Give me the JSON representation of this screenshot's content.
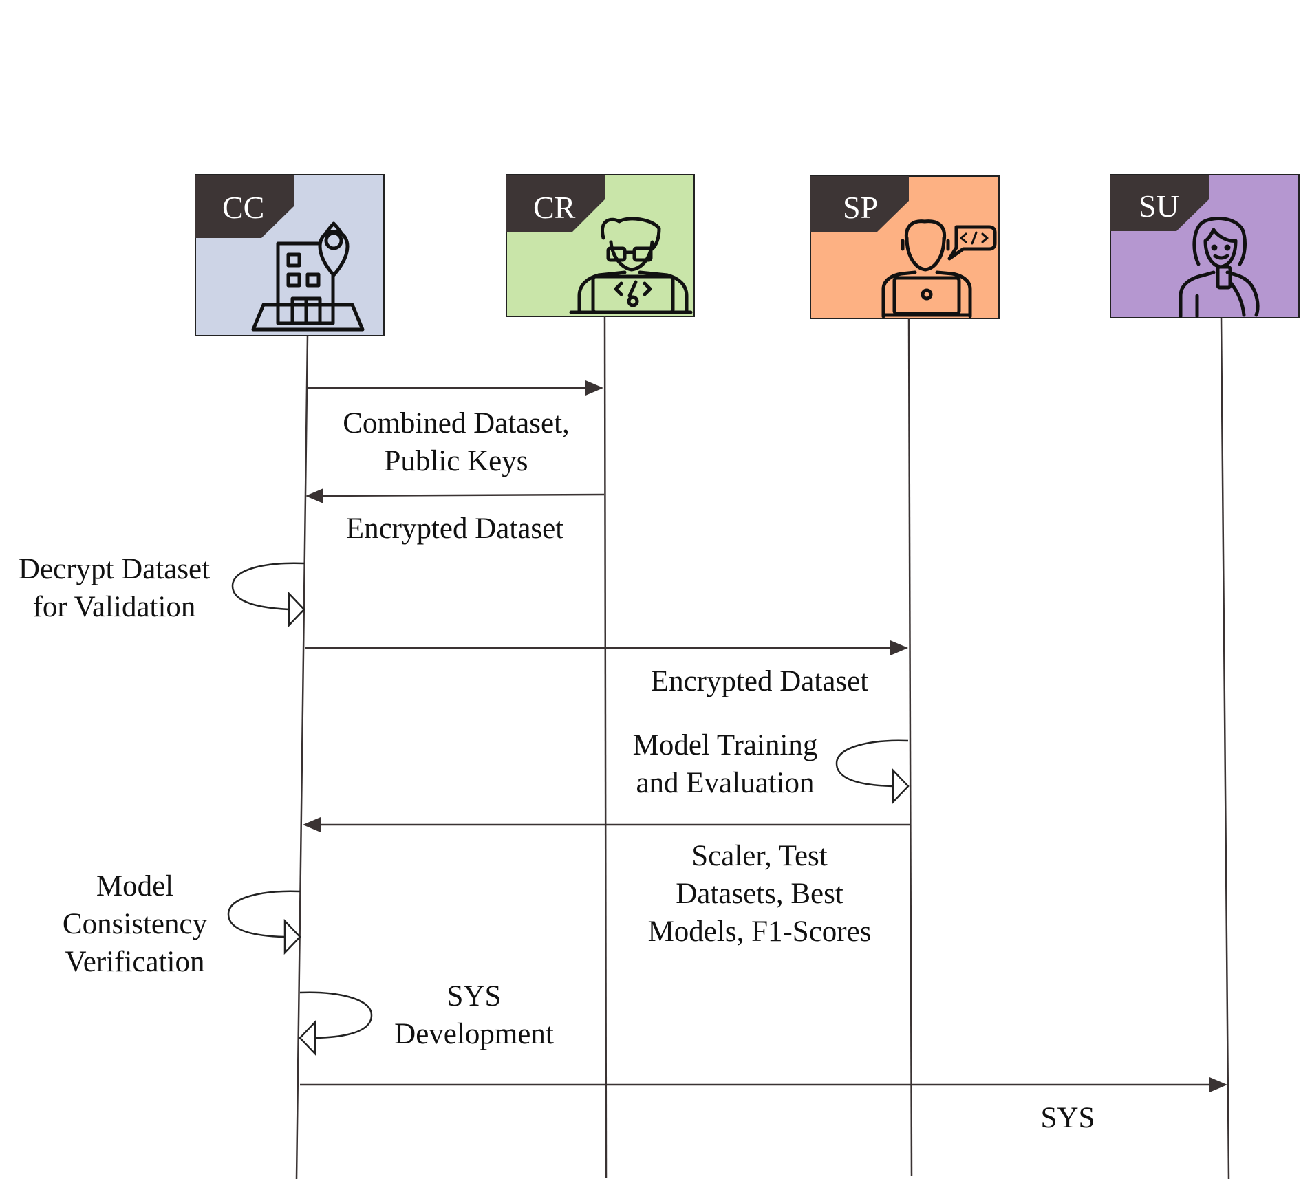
{
  "actors": [
    {
      "id": "cc",
      "label": "CC",
      "icon": "building-location-icon",
      "color": "#cdd4e6"
    },
    {
      "id": "cr",
      "label": "CR",
      "icon": "coder-laptop-icon",
      "color": "#c9e5a9"
    },
    {
      "id": "sp",
      "label": "SP",
      "icon": "developer-chat-icon",
      "color": "#fdb183"
    },
    {
      "id": "su",
      "label": "SU",
      "icon": "user-phone-icon",
      "color": "#b597d0"
    }
  ],
  "badge_color": "#3d3535",
  "line_color": "#3a3333",
  "messages": [
    {
      "id": "combined-dataset",
      "from": "cc",
      "to": "cr",
      "lines": [
        "Combined Dataset,",
        "Public Keys"
      ]
    },
    {
      "id": "encrypted-dataset-cr",
      "from": "cr",
      "to": "cc",
      "lines": [
        "Encrypted Dataset"
      ]
    },
    {
      "id": "encrypted-dataset-sp",
      "from": "cc",
      "to": "sp",
      "lines": [
        "Encrypted Dataset"
      ]
    },
    {
      "id": "scaler-results",
      "from": "sp",
      "to": "cc",
      "lines": [
        "Scaler, Test",
        "Datasets, Best",
        "Models, F1-Scores"
      ]
    },
    {
      "id": "sys",
      "from": "cc",
      "to": "su",
      "lines": [
        "SYS"
      ]
    }
  ],
  "self_steps": [
    {
      "id": "decrypt-validation",
      "actor": "cc",
      "lines": [
        "Decrypt Dataset",
        "for Validation"
      ]
    },
    {
      "id": "model-training",
      "actor": "sp",
      "lines": [
        "Model Training",
        "and Evaluation"
      ]
    },
    {
      "id": "model-consistency",
      "actor": "cc",
      "lines": [
        "Model",
        "Consistency",
        "Verification"
      ]
    },
    {
      "id": "sys-development",
      "actor": "cc",
      "lines": [
        "SYS",
        "Development"
      ]
    }
  ]
}
